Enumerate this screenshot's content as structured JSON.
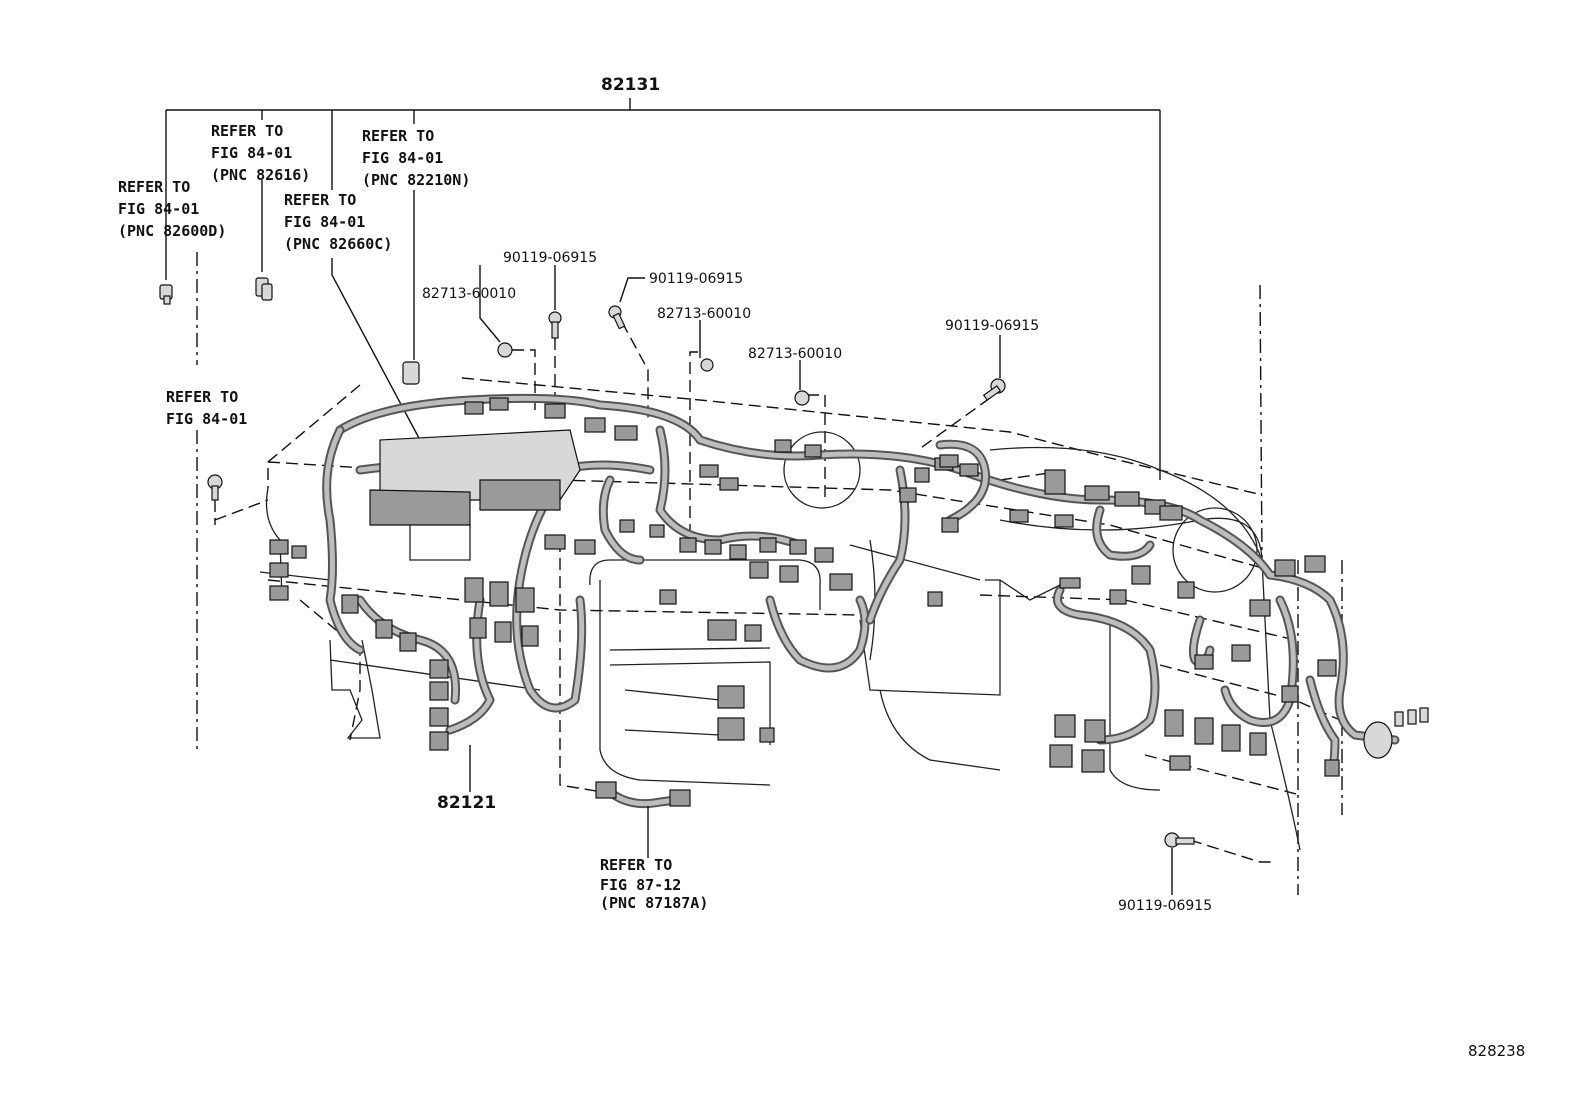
{
  "diagram": {
    "callouts": {
      "main_harness": "82131",
      "sub_harness": "82121",
      "ref_82616": [
        "REFER TO",
        "FIG 84-01",
        "(PNC 82616)"
      ],
      "ref_82210N": [
        "REFER TO",
        "FIG 84-01",
        "(PNC 82210N)"
      ],
      "ref_82600D": [
        "REFER TO",
        "FIG 84-01",
        "(PNC 82600D)"
      ],
      "ref_82660C": [
        "REFER TO",
        "FIG 84-01",
        "(PNC 82660C)"
      ],
      "ref_fig8401": [
        "REFER TO",
        "FIG 84-01"
      ],
      "ref_87187A": [
        "REFER TO",
        "FIG 87-12",
        "(PNC 87187A)"
      ],
      "bolt_a": "90119-06915",
      "bolt_b": "90119-06915",
      "bolt_c": "90119-06915",
      "bolt_d": "90119-06915",
      "clip_a": "82713-60010",
      "clip_b": "82713-60010",
      "clip_c": "82713-60010"
    },
    "figure_code": "828238"
  }
}
